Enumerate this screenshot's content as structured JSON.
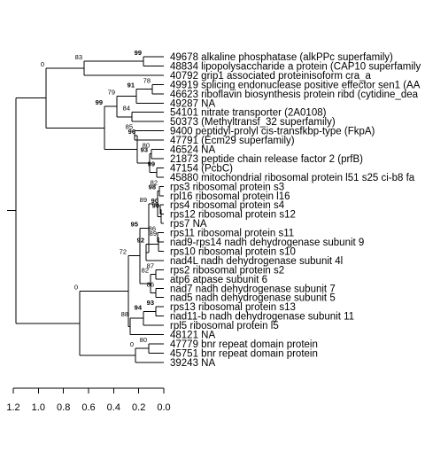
{
  "tree": {
    "leaves": [
      "49678 alkaline phosphatase (alkPPc superfamily)",
      "48834 lipopolysaccharide a protein (CAP10 superfamily",
      "40792 grip1 associated proteinisoform cra_a",
      "49919 splicing endonuclease positive effector sen1 (AA",
      "46623 riboflavin biosynthesis protein ribd (cytidine_dea",
      "49287 NA",
      "54101 nitrate transporter (2A0108)",
      "50373 (Methyltransf_32 superfamily)",
      "9400 peptidyl-prolyl cis-transfkbp-type (FkpA)",
      "47791 (Ecm29 superfamily)",
      "46524 NA",
      "21873 peptide chain release factor 2 (prfB)",
      "47154 (PcbC)",
      "45880 mitochondrial ribosomal protein l51 s25 ci-b8 fa",
      "rps3 ribosomal protein s3",
      "rpl16 ribosomal protein l16",
      "rps4 ribosomal protein s4",
      "rps12 ribosomal protein s12",
      "rps7 NA",
      "rps11 ribosomal protein s11",
      "nad9-rps14 nadh dehydrogenase subunit 9",
      "rps10 ribosomal protein s10",
      "nad4L nadh dehydrogenase subunit 4l",
      "rps2 ribosomal protein s2",
      "atp6 atpase subunit 6",
      "nad7 nadh dehydrogenase subunit 7",
      "nad5 nadh dehydrogenase subunit 5",
      "rps13 ribosomal protein s13",
      "nad11-b nadh dehydrogenase subunit 11",
      "rpl5 ribosomal protein l5",
      "48121 NA",
      "47779 bnr repeat domain protein",
      "45751 bnr repeat domain protein",
      "39243 NA"
    ],
    "support_values": [
      {
        "value": "99",
        "bold": true
      },
      {
        "value": "83",
        "bold": false
      },
      {
        "value": "0",
        "bold": false
      },
      {
        "value": "78",
        "bold": false
      },
      {
        "value": "91",
        "bold": true
      },
      {
        "value": "79",
        "bold": false
      },
      {
        "value": "84",
        "bold": false
      },
      {
        "value": "99",
        "bold": true
      },
      {
        "value": "85",
        "bold": false
      },
      {
        "value": "96",
        "bold": true
      },
      {
        "value": "80",
        "bold": false
      },
      {
        "value": "93",
        "bold": true
      },
      {
        "value": "99",
        "bold": true
      },
      {
        "value": "0",
        "bold": false
      },
      {
        "value": "82",
        "bold": false
      },
      {
        "value": "98",
        "bold": true
      },
      {
        "value": "90",
        "bold": true
      },
      {
        "value": "90",
        "bold": true
      },
      {
        "value": "89",
        "bold": false
      },
      {
        "value": "86",
        "bold": false
      },
      {
        "value": "89",
        "bold": false
      },
      {
        "value": "92",
        "bold": true
      },
      {
        "value": "95",
        "bold": true
      },
      {
        "value": "87",
        "bold": false
      },
      {
        "value": "82",
        "bold": false
      },
      {
        "value": "86",
        "bold": false
      },
      {
        "value": "72",
        "bold": false
      },
      {
        "value": "93",
        "bold": true
      },
      {
        "value": "94",
        "bold": true
      },
      {
        "value": "88",
        "bold": false
      },
      {
        "value": "0",
        "bold": false
      },
      {
        "value": "80",
        "bold": false
      }
    ],
    "scale": {
      "ticks": [
        "1.2",
        "1.0",
        "0.8",
        "0.6",
        "0.4",
        "0.2",
        "0.0"
      ]
    }
  }
}
